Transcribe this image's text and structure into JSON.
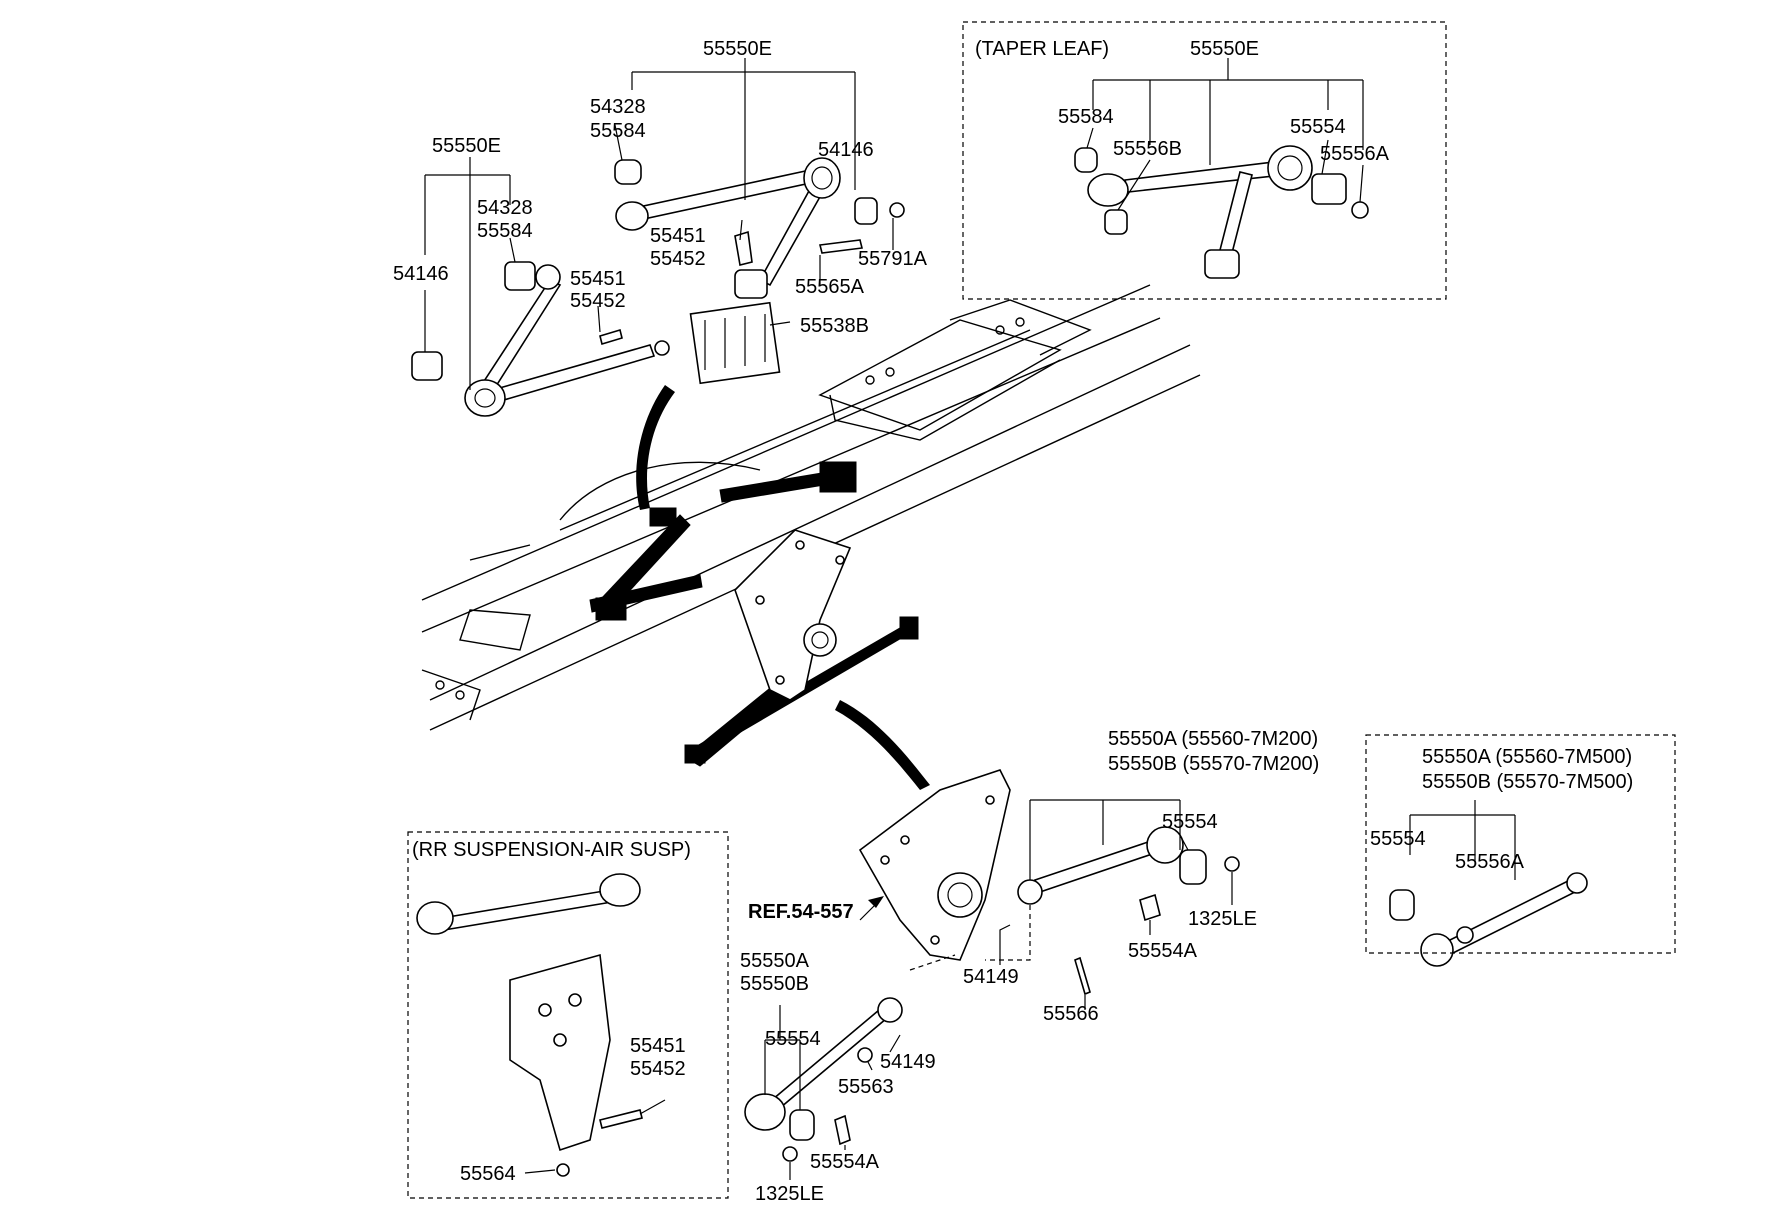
{
  "boxes": {
    "taper_leaf_title": "(TAPER LEAF)",
    "air_susp_title": "(RR SUSPENSION-AIR SUSP)"
  },
  "labels": {
    "top_55550E": "55550E",
    "top_54328": "54328",
    "top_55584": "55584",
    "top_54146": "54146",
    "top_55451": "55451",
    "top_55452": "55452",
    "top_55565A": "55565A",
    "top_55791A": "55791A",
    "left_55550E": "55550E",
    "left_54328": "54328",
    "left_55584": "55584",
    "left_54146": "54146",
    "left_55451": "55451",
    "left_55452": "55452",
    "mid_55538B": "55538B",
    "tl_55550E": "55550E",
    "tl_55584": "55584",
    "tl_55556B": "55556B",
    "tl_55554": "55554",
    "tl_55556A": "55556A",
    "r_55550A": "55550A (55560-7M200)",
    "r_55550B": "55550B (55570-7M200)",
    "r_55554": "55554",
    "r_1325LE": "1325LE",
    "r_55554A": "55554A",
    "r_54149": "54149",
    "r_55566": "55566",
    "ref": "REF.54-557",
    "br_55550A": "55550A (55560-7M500)",
    "br_55550B": "55550B (55570-7M500)",
    "br_55554": "55554",
    "br_55556A": "55556A",
    "bl_55451": "55451",
    "bl_55452": "55452",
    "bl_55564": "55564",
    "b_55550A": "55550A",
    "b_55550B": "55550B",
    "b_55554": "55554",
    "b_54149": "54149",
    "b_55563": "55563",
    "b_55554A": "55554A",
    "b_1325LE": "1325LE"
  }
}
